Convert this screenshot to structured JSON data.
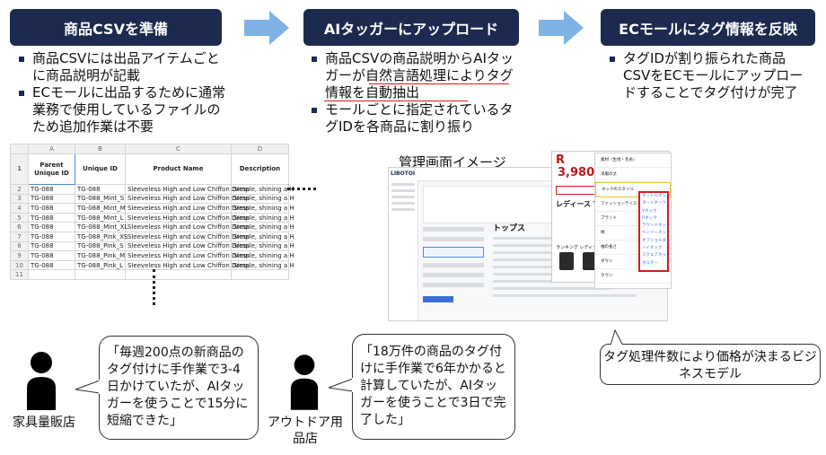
{
  "steps": [
    {
      "title": "商品CSVを準備",
      "bullets": [
        "商品CSVには出品アイテムごとに商品説明が記載",
        "ECモールに出品するために通常業務で使用しているファイルのため追加作業は不要"
      ]
    },
    {
      "title": "AIタッガーにアップロード",
      "bullets": [
        "商品CSVの商品説明からAIタッガーが自然言語処理によりタグ情報を自動抽出",
        "モールごとに指定されているタグIDを各商品に割り振り"
      ]
    },
    {
      "title": "ECモールにタグ情報を反映",
      "bullets": [
        "タグIDが割り振られた商品CSVをECモールにアップロードすることでタグ付けが完了"
      ]
    }
  ],
  "spreadsheet": {
    "col_letters": [
      "A",
      "B",
      "C",
      "D"
    ],
    "headers": [
      "Parent Unique ID",
      "Unique ID",
      "Product Name",
      "Description"
    ],
    "rows": [
      {
        "n": "2",
        "a": "TG-088",
        "b": "TG-088",
        "c": "Sleeveless High and Low Chiffon Dress",
        "d": "Simple, shining a H"
      },
      {
        "n": "3",
        "a": "TG-088",
        "b": "TG-088_Mint_S",
        "c": "Sleeveless High and Low Chiffon Dress",
        "d": "Simple, shining a H"
      },
      {
        "n": "4",
        "a": "TG-088",
        "b": "TG-088_Mint_M",
        "c": "Sleeveless High and Low Chiffon Dress",
        "d": "Simple, shining a H"
      },
      {
        "n": "5",
        "a": "TG-088",
        "b": "TG-088_Mint_L",
        "c": "Sleeveless High and Low Chiffon Dress",
        "d": "Simple, shining a H"
      },
      {
        "n": "6",
        "a": "TG-088",
        "b": "TG-088_Mint_XL",
        "c": "Sleeveless High and Low Chiffon Dress",
        "d": "Simple, shining a H"
      },
      {
        "n": "7",
        "a": "TG-088",
        "b": "TG-088_Pink_XS",
        "c": "Sleeveless High and Low Chiffon Dress",
        "d": "Simple, shining a H"
      },
      {
        "n": "8",
        "a": "TG-088",
        "b": "TG-088_Pink_S",
        "c": "Sleeveless High and Low Chiffon Dress",
        "d": "Simple, shining a H"
      },
      {
        "n": "9",
        "a": "TG-088",
        "b": "TG-088_Pink_M",
        "c": "Sleeveless High and Low Chiffon Dress",
        "d": "Simple, shining a H"
      },
      {
        "n": "10",
        "a": "TG-088",
        "b": "TG-088_Pink_L",
        "c": "Sleeveless High and Low Chiffon Dress",
        "d": "Simple, shining a H"
      },
      {
        "n": "11",
        "a": "",
        "b": "",
        "c": "",
        "d": ""
      }
    ]
  },
  "admin": {
    "label": "管理画面イメージ",
    "logo": "LIBOTOI",
    "category_title": "トップス",
    "brand_logo": "R",
    "price": "3,980",
    "product_title": "レディース Tシャ",
    "ranking_label": "ランキング レディーストップス",
    "popup_rows": [
      "素材（生地・毛糸）",
      "洋服の丈",
      "ネックのスタイル",
      "ファッションテイスト",
      "ブランド",
      "柄",
      "袖の長さ",
      "ダウン",
      "タウン"
    ],
    "popup_tags": [
      "タートルネック",
      "ボートネック",
      "Vネック",
      "Uネック",
      "ラウンドネック",
      "ヘンリーネック",
      "オフショルダー",
      "ハイネック",
      "スクエアネック",
      "ホルター"
    ]
  },
  "business_note": "タグ処理件数により価格が決まるビジネスモデル",
  "testimonials": [
    {
      "quote": "「毎週200点の新商品のタグ付けに手作業で3-4日かけていたが、AIタッガーを使うことで15分に短縮できた」",
      "person": "家具量販店"
    },
    {
      "quote": "「18万件の商品のタグ付けに手作業で6年かかると計算していたが、AIタッガーを使うことで3日で完了した」",
      "person": "アウトドア用品店"
    }
  ],
  "colors": {
    "navy": "#1c2a4f",
    "arrow": "#7fb3e6",
    "highlight": "#d81b1b"
  }
}
